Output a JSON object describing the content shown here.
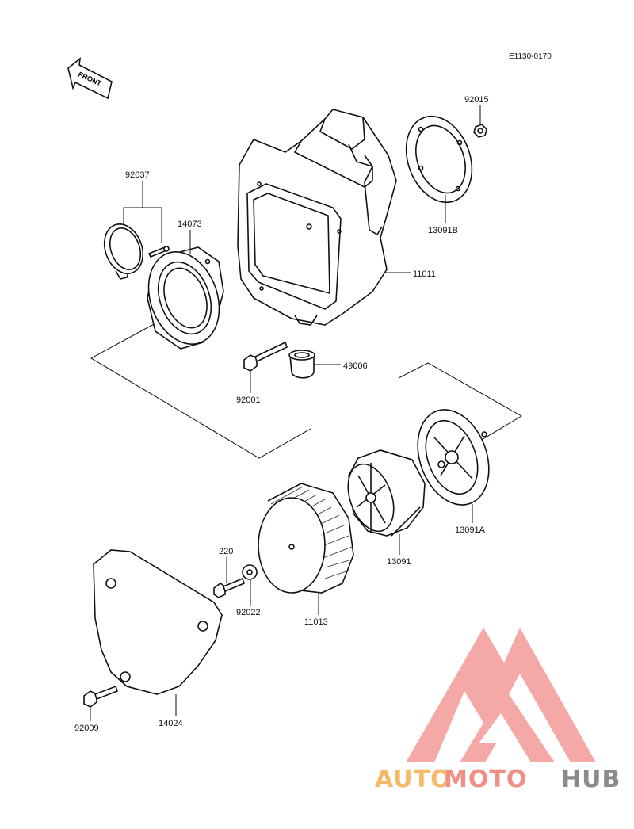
{
  "diagram": {
    "reference_code": "E1130-0170",
    "front_indicator": "FRONT",
    "parts": [
      {
        "id": "p92015",
        "number": "92015"
      },
      {
        "id": "p92037",
        "number": "92037"
      },
      {
        "id": "p14073",
        "number": "14073"
      },
      {
        "id": "p13091B",
        "number": "13091B"
      },
      {
        "id": "p11011",
        "number": "11011"
      },
      {
        "id": "p49006",
        "number": "49006"
      },
      {
        "id": "p92001",
        "number": "92001"
      },
      {
        "id": "p13091A",
        "number": "13091A"
      },
      {
        "id": "p13091",
        "number": "13091"
      },
      {
        "id": "p220",
        "number": "220"
      },
      {
        "id": "p92022",
        "number": "92022"
      },
      {
        "id": "p11013",
        "number": "11013"
      },
      {
        "id": "p14024",
        "number": "14024"
      },
      {
        "id": "p92009",
        "number": "92009"
      }
    ]
  },
  "watermark": {
    "part1": "AUTO",
    "part2": "MOTO",
    "part3": "HUB",
    "colors": {
      "triangle": "#f29a96",
      "auto": "#f6b96a",
      "moto": "#f08f86",
      "hub": "#8a8a8a"
    }
  }
}
